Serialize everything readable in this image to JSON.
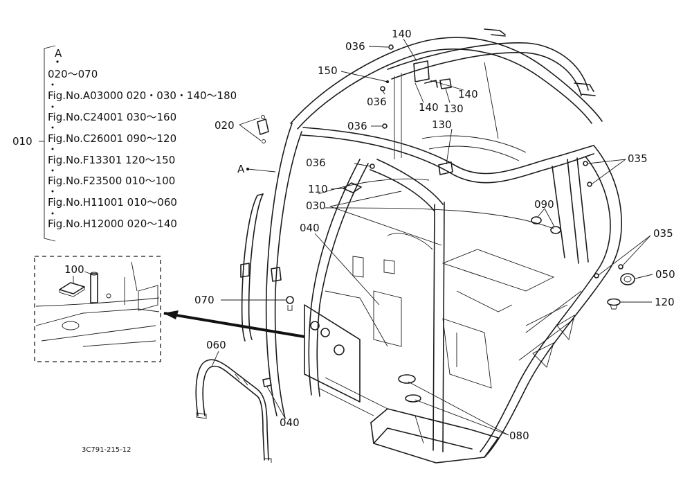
{
  "legend": {
    "header": "A",
    "range_line": "020～070",
    "root_label": "010",
    "figures": [
      "Fig.No.A03000 020・030・140～180",
      "Fig.No.C24001 030～160",
      "Fig.No.C26001 090～120",
      "Fig.No.F13301  120～150",
      "Fig.No.F23500 010～100",
      "Fig.No.H11001 010～060",
      "Fig.No.H12000 020～140"
    ]
  },
  "callouts": {
    "c036a": "036",
    "c140a": "140",
    "c150": "150",
    "c036b": "036",
    "c140b": "140",
    "c130a": "130",
    "c140c": "140",
    "c020": "020",
    "c036c": "036",
    "c130b": "130",
    "c036d": "036",
    "cA": "A",
    "c035a": "035",
    "c110": "110",
    "c030": "030",
    "c090": "090",
    "c040a": "040",
    "c035b": "035",
    "c050": "050",
    "c070": "070",
    "c120": "120",
    "c060": "060",
    "c040b": "040",
    "c080": "080",
    "c100": "100"
  },
  "drawing_code": "3C791-215-12"
}
